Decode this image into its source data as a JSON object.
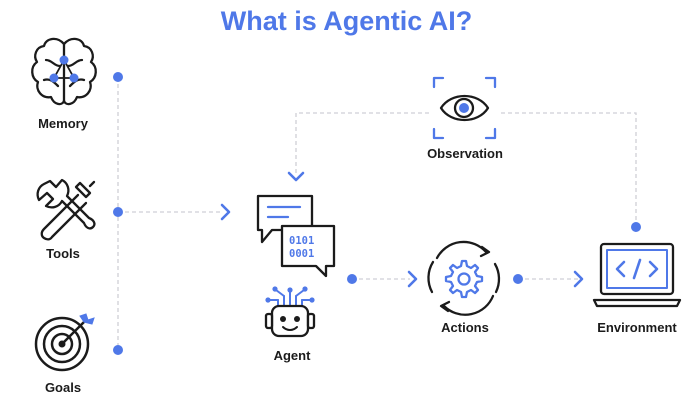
{
  "title": "What is Agentic AI?",
  "nodes": {
    "memory": "Memory",
    "tools": "Tools",
    "goals": "Goals",
    "agent": "Agent",
    "actions": "Actions",
    "observation": "Observation",
    "environment": "Environment"
  },
  "agent_bubble_text": "0101\n0001",
  "colors": {
    "accent": "#4f78e8",
    "ink": "#1b1b1b",
    "connector": "#cfcfd6"
  },
  "icons": [
    "brain-icon",
    "wrench-screwdriver-icon",
    "target-icon",
    "chat-bubbles-icon",
    "robot-icon",
    "gear-cycle-icon",
    "eye-icon",
    "code-monitor-icon"
  ]
}
